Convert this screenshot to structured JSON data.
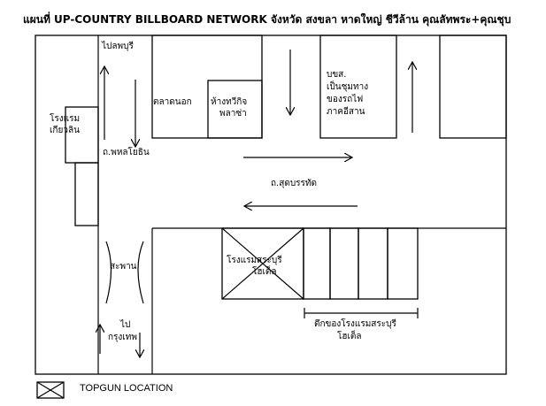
{
  "title": "แผนที่ UP-COUNTRY BILLBOARD NETWORK จังหวัด สงขลา หาดใหญ่ ชีวีล้าน คุณลัทพระ+คุณชุบ",
  "labels": {
    "to_lopburi": "ไปลพบุรี",
    "hotel_kiangwiang_line1": "โรงแรม",
    "hotel_kiangwiang_line2": "เกียวลิน",
    "market": "ตลาดนอก",
    "plaza_line1": "ห้างทวีกิจ",
    "plaza_line2": "พลาซ่า",
    "railway_line1": "บขส.",
    "railway_line2": "เป็นชุมทาง",
    "railway_line3": "ของรถไฟ",
    "railway_line4": "ภาคอีสาน",
    "road_phahonyothin": "ถ.พหลโยธิน",
    "road_sutbanthat": "ถ.สุดบรรทัด",
    "bridge": "สะพาน",
    "to_bangkok_line1": "ไป",
    "to_bangkok_line2": "กรุงเทพ",
    "topgun_hotel_line1": "โรงแรมสระบุรี",
    "topgun_hotel_line2": "โฮเต็ล",
    "shophouse_line1": "ตึกของโรงแรมสระบุรี",
    "shophouse_line2": "โฮเต็ล"
  },
  "legend": {
    "label": "TOPGUN LOCATION"
  }
}
